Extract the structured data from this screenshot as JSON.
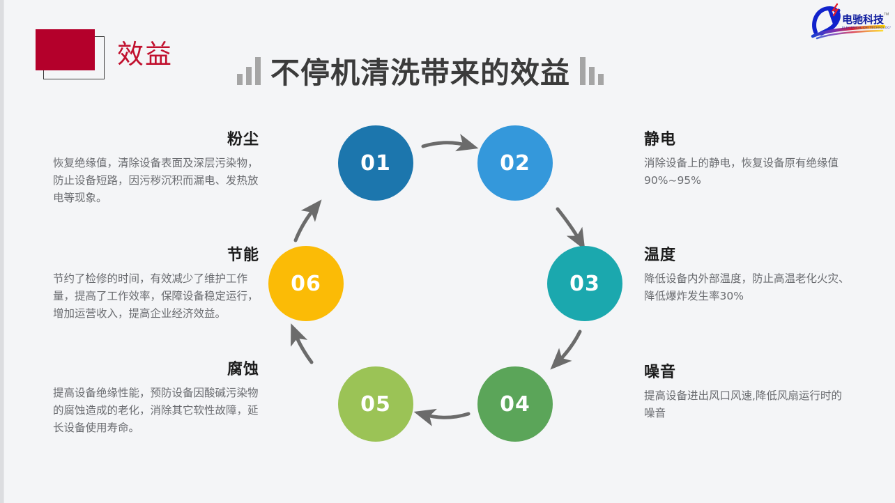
{
  "header": {
    "badge_label": "效益",
    "title": "不停机清洗带来的效益",
    "logo_cn": "电驰科技",
    "logo_en": "ELECTRICAL CHI TECHNOLOGY",
    "logo_tm": "TM"
  },
  "colors": {
    "background": "#f4f5f7",
    "badge_red": "#b4002b",
    "badge_text": "#c1102e",
    "title": "#3b3b3b",
    "body_text": "#6a6c70",
    "heading_text": "#1c1c1c",
    "arrow": "#6b6b6b",
    "step_01": "#1c76ad",
    "step_02": "#3498db",
    "step_03": "#1ba8ae",
    "step_04": "#5ba559",
    "step_05": "#9bc356",
    "step_06": "#fbbb06"
  },
  "steps": [
    {
      "number": "01",
      "heading": "粉尘",
      "body": "恢复绝缘值，清除设备表面及深层污染物，防止设备短路，因污秽沉积而漏电、发热放电等现象。",
      "color": "#1c76ad",
      "side": "left"
    },
    {
      "number": "02",
      "heading": "静电",
      "body": "消除设备上的静电，恢复设备原有绝缘值90%~95%",
      "color": "#3498db",
      "side": "right"
    },
    {
      "number": "03",
      "heading": "温度",
      "body": "降低设备内外部温度，防止高温老化火灾、降低爆炸发生率30%",
      "color": "#1ba8ae",
      "side": "right"
    },
    {
      "number": "04",
      "heading": "噪音",
      "body": "提高设备进出风口风速,降低风扇运行时的噪音",
      "color": "#5ba559",
      "side": "right"
    },
    {
      "number": "05",
      "heading": "腐蚀",
      "body": "提高设备绝缘性能，预防设备因酸碱污染物的腐蚀造成的老化，消除其它软性故障，延长设备使用寿命。",
      "color": "#9bc356",
      "side": "left"
    },
    {
      "number": "06",
      "heading": "节能",
      "body": "节约了检修的时间，有效减少了维护工作量，提高了工作效率，保障设备稳定运行，增加运营收入，提高企业经济效益。",
      "color": "#fbbb06",
      "side": "left"
    }
  ]
}
